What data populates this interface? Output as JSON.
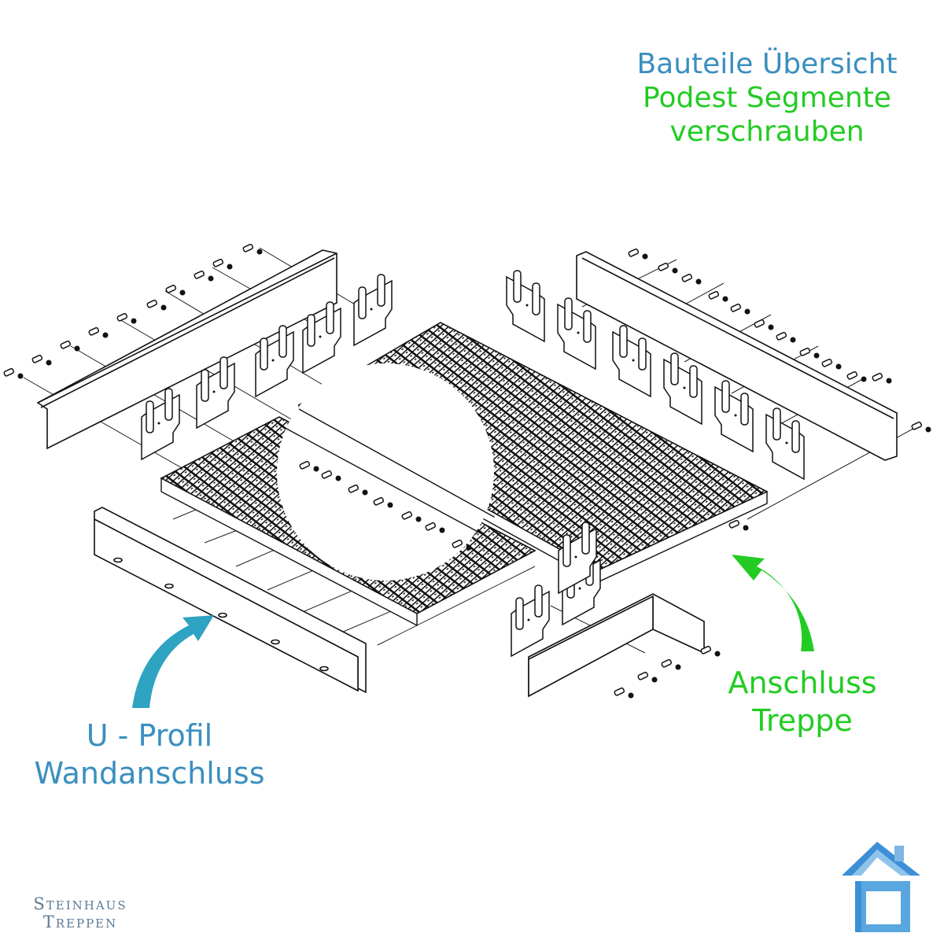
{
  "title": {
    "line1": "Bauteile Übersicht",
    "line2": "Podest Segmente",
    "line3": "verschrauben",
    "line1_color": "#3a8fbf",
    "line2_color": "#22cc22"
  },
  "labels": {
    "u_profil": {
      "line1": "U - Profil",
      "line2": "Wandanschluss",
      "color": "#3a8fbf",
      "arrow": "curved-arrow-up-right"
    },
    "anschluss": {
      "line1": "Anschluss",
      "line2": "Treppe",
      "color": "#22cc22",
      "arrow": "curved-arrow-up-left"
    }
  },
  "brand": {
    "line1": "Steinhaus",
    "line2": "Treppen"
  },
  "logo": {
    "icon": "house-logo-icon",
    "color": "#3d8fd6"
  },
  "parts": [
    "left-angle-profile",
    "right-angle-profile",
    "large-grating-segment",
    "small-grating-segment",
    "u-profile-wall-connection",
    "stair-connection-bracket",
    "post-brackets",
    "bolts-and-washers"
  ]
}
